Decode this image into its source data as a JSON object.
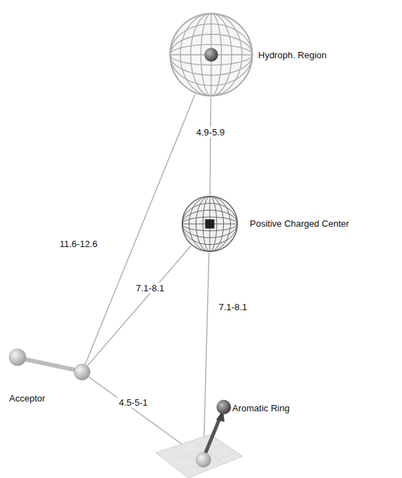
{
  "diagram": {
    "nodes": [
      {
        "text": [
          "Hydroph. Region"
        ]
      },
      {
        "text": [
          "Positive Charged Center"
        ]
      },
      {
        "text": [
          "Acceptor"
        ]
      },
      {
        "text": [
          "Aromatic Ring"
        ]
      }
    ],
    "edges": [
      {
        "from": 0,
        "to": 2,
        "arrow": "none",
        "label": "11.6-12.6"
      },
      {
        "from": 0,
        "to": 1,
        "arrow": "none",
        "label": "4.9-5.9"
      },
      {
        "from": 1,
        "to": 2,
        "arrow": "none",
        "label": "7.1-8.1"
      },
      {
        "from": 1,
        "to": 3,
        "arrow": "none",
        "label": "7.1-8.1"
      },
      {
        "from": 2,
        "to": 3,
        "arrow": "none",
        "label": "4.5-5-1"
      }
    ]
  }
}
